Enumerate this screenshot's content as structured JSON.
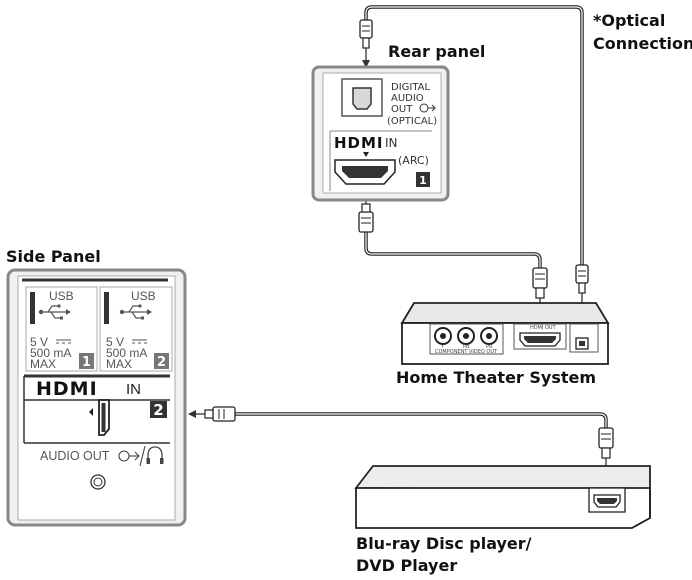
{
  "labels": {
    "optical_line1": "*Optical",
    "optical_line2": "Connection",
    "rear_panel": "Rear panel",
    "side_panel": "Side Panel",
    "home_theater": "Home Theater System",
    "bluray_line1": "Blu-ray Disc player/",
    "bluray_line2": "DVD Player"
  },
  "rear_panel": {
    "digital_line1": "DIGITAL",
    "digital_line2": "AUDIO",
    "digital_line3": "OUT",
    "digital_line4": "(OPTICAL)",
    "hdmi_logo": "HDMI",
    "hdmi_in": "IN",
    "arc": "(ARC)",
    "port_number": "1"
  },
  "side_panel": {
    "usb1_label": "USB",
    "usb1_voltage": "5 V",
    "usb1_current": "500 mA",
    "usb1_max": "MAX",
    "usb1_number": "1",
    "usb2_label": "USB",
    "usb2_voltage": "5 V",
    "usb2_current": "500 mA",
    "usb2_max": "MAX",
    "usb2_number": "2",
    "hdmi_logo": "HDMI",
    "hdmi_in": "IN",
    "hdmi_number": "2",
    "audio_out": "AUDIO OUT"
  },
  "home_theater": {
    "component_label": "COMPONENT VIDEO OUT",
    "jack_y": "Y",
    "jack_pb": "PB",
    "jack_pr": "PR",
    "hdmi_out": "HDMI OUT"
  }
}
